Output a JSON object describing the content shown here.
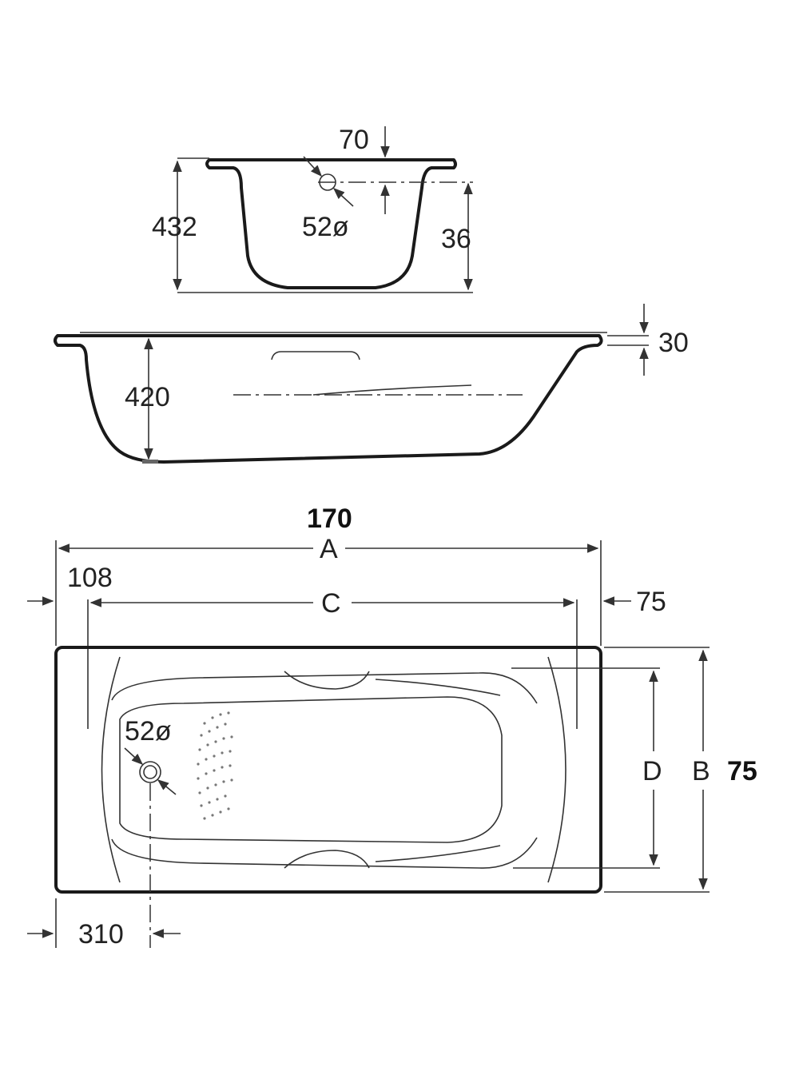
{
  "end_view": {
    "rim_thickness": "70",
    "total_height": "432",
    "drain_diameter": "52ø",
    "drain_offset": "36"
  },
  "side_view": {
    "depth": "420",
    "rim_height": "30"
  },
  "plan_view": {
    "length_value": "170",
    "length_letter": "A",
    "inner_length_letter": "C",
    "left_offset": "108",
    "right_offset": "75",
    "width_letter": "B",
    "width_value": "75",
    "inner_width_letter": "D",
    "drain_diameter": "52ø",
    "drain_offset": "310"
  }
}
